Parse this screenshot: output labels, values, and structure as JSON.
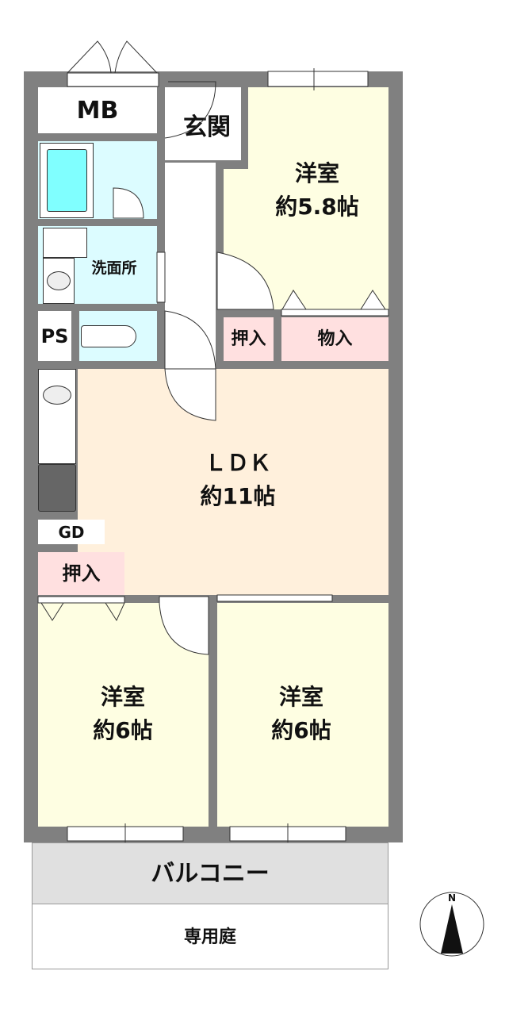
{
  "rooms": {
    "mb": "MB",
    "entrance": "玄関",
    "western_room_1": {
      "name": "洋室",
      "size": "約5.8帖"
    },
    "washroom": "洗面所",
    "ps": "PS",
    "closet_1": "押入",
    "storage": "物入",
    "ldk": {
      "name": "ＬＤＫ",
      "size": "約11帖"
    },
    "gd": "GD",
    "closet_2": "押入",
    "western_room_2": {
      "name": "洋室",
      "size": "約6帖"
    },
    "western_room_3": {
      "name": "洋室",
      "size": "約6帖"
    },
    "balcony": "バルコニー",
    "private_garden": "専用庭"
  },
  "compass": {
    "north_label": "N"
  }
}
